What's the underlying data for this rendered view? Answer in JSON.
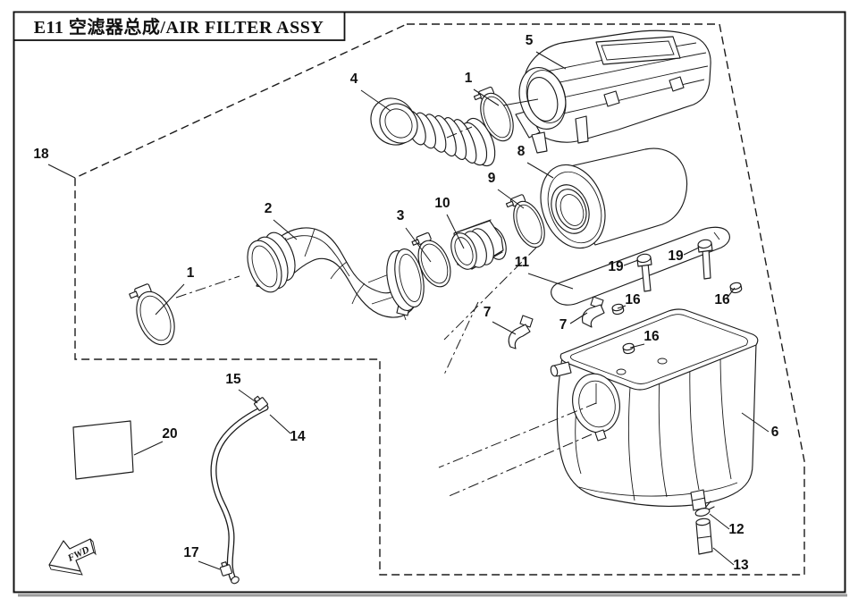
{
  "header": {
    "title": "E11  空滤器总成/AIR FILTER ASSY"
  },
  "fwd_arrow": {
    "label": "FWD"
  },
  "callouts": [
    "18",
    "1",
    "2",
    "4",
    "1",
    "5",
    "8",
    "9",
    "10",
    "3",
    "11",
    "19",
    "19",
    "16",
    "16",
    "16",
    "7",
    "7",
    "6",
    "12",
    "13",
    "15",
    "14",
    "20",
    "17"
  ]
}
